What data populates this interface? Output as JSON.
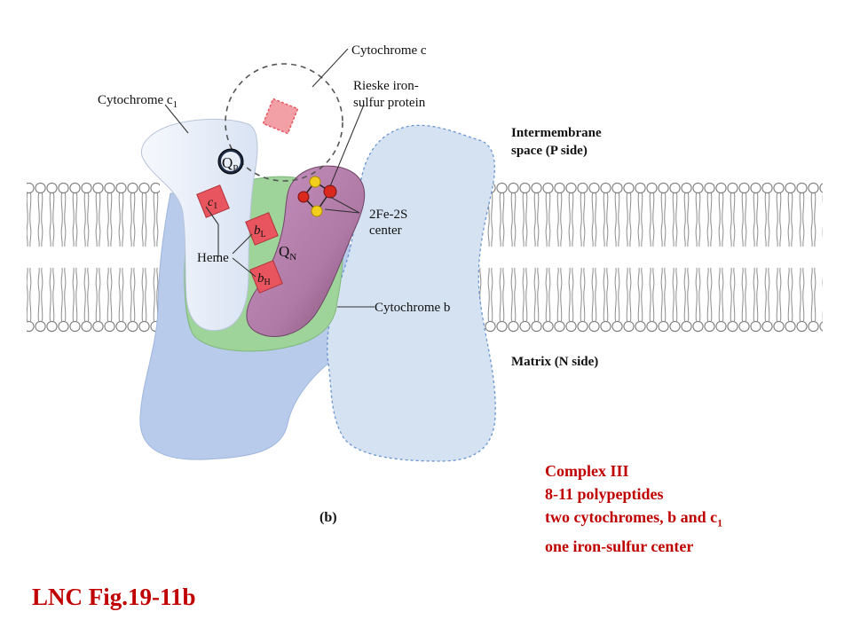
{
  "labels": {
    "cytochrome_c": "Cytochrome c",
    "cytochrome_c1": "Cytochrome c",
    "cytochrome_c1_sub": "1",
    "rieske_line1": "Rieske iron-",
    "rieske_line2": "sulfur protein",
    "intermembrane_line1": "Intermembrane",
    "intermembrane_line2": "space (P side)",
    "fe2s_line1": "2Fe-2S",
    "fe2s_line2": "center",
    "cytochrome_b": "Cytochrome b",
    "matrix": "Matrix (N side)",
    "heme": "Heme",
    "panel": "(b)",
    "qp": "Q",
    "qp_sub": "P",
    "qn": "Q",
    "qn_sub": "N",
    "c1_box": "c",
    "c1_box_sub": "1",
    "bl_box": "b",
    "bl_box_sub": "L",
    "bh_box": "b",
    "bh_box_sub": "H"
  },
  "caption": {
    "title": "Complex III",
    "line2": "8-11 polypeptides",
    "line3": "two cytochromes, b and c",
    "line3_sub": "1",
    "line4": "one iron-sulfur center"
  },
  "figure_ref": "LNC Fig.19-11b",
  "colors": {
    "caption": "#c00000",
    "protein_blue": "#b8cbeb",
    "protein_blue_light": "#d4e2f2",
    "green": "#9ed49a",
    "rieske_purple": "#b07aa6",
    "cyt_c1_white": "#eef3fb",
    "heme_red": "#e8555f",
    "membrane_line": "#8a8a8a"
  }
}
